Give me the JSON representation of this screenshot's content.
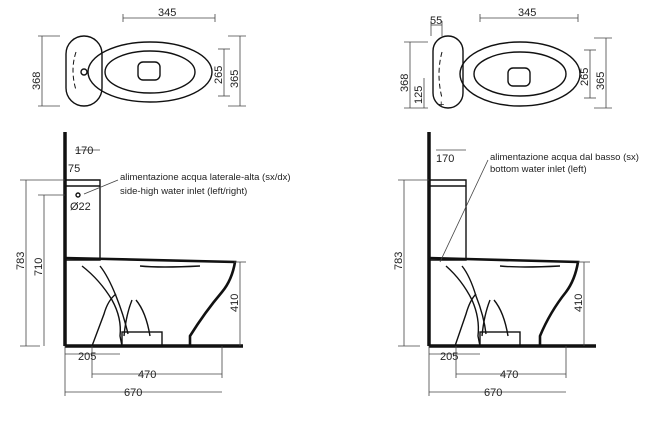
{
  "left_view": {
    "top_dims": {
      "width": "345",
      "height_outer": "368",
      "height_right_inner": "265",
      "height_right_outer": "365"
    },
    "side_dims": {
      "tank_depth": "170",
      "inlet_offset": "75",
      "inlet_diameter": "Ø22",
      "total_height": "783",
      "tank_height": "710",
      "seat_height": "410",
      "outlet_distance": "205",
      "pan_length": "470",
      "overall_length": "670"
    },
    "note_it": "alimentazione acqua laterale-alta (sx/dx)",
    "note_en": "side-high water inlet (left/right)"
  },
  "right_view": {
    "top_dims": {
      "cap_width": "55",
      "width": "345",
      "height_outer": "368",
      "inlet_offset": "125",
      "height_right_inner": "265",
      "height_right_outer": "365"
    },
    "side_dims": {
      "tank_depth": "170",
      "total_height": "783",
      "seat_height": "410",
      "outlet_distance": "205",
      "pan_length": "470",
      "overall_length": "670"
    },
    "note_it": "alimentazione acqua dal basso (sx)",
    "note_en": "bottom water inlet (left)"
  }
}
